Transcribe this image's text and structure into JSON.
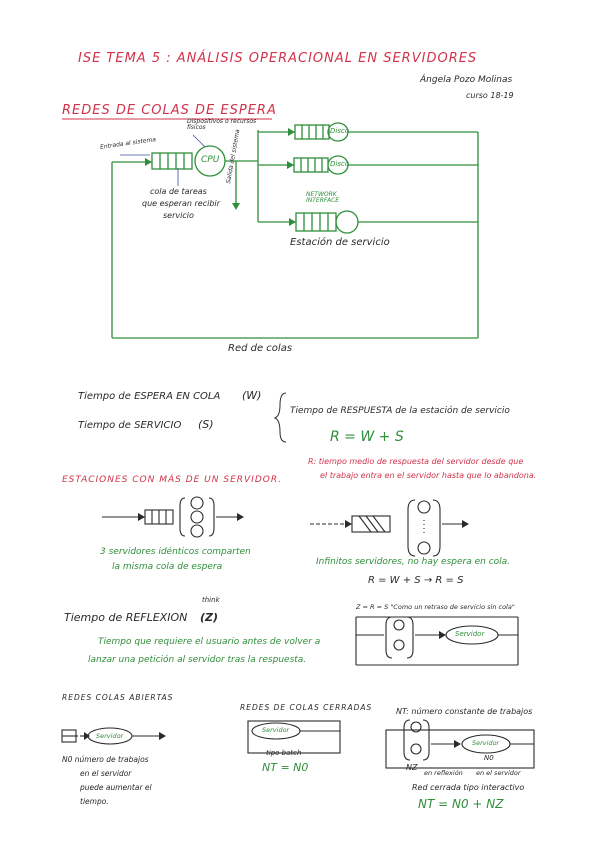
{
  "header": {
    "title": "ISE TEMA 5 : ANÁLISIS OPERACIONAL EN SERVIDORES",
    "author": "Ángela Pozo Molinas",
    "course": "curso 18-19"
  },
  "redes_colas": {
    "heading": "REDES DE COLAS DE ESPERA",
    "entrada": "Entrada al sistema",
    "dispositivos": "Dispositivos o recursos físicos",
    "cpu": "CPU",
    "disco1": "Disco",
    "disco2": "Disco",
    "salida": "Salida del sistema",
    "network": "NETWORK INTERFACE",
    "cola_label_1": "cola de tareas",
    "cola_label_2": "que esperan recibir",
    "cola_label_3": "servicio",
    "estacion": "Estación de servicio",
    "red": "Red de colas"
  },
  "tiempos": {
    "espera": "Tiempo de ESPERA EN COLA",
    "espera_sym": "(W)",
    "servicio": "Tiempo de SERVICIO",
    "servicio_sym": "(S)",
    "respuesta": "Tiempo de RESPUESTA de la estación de servicio",
    "formula": "R = W + S",
    "r_def_1": "R: tiempo medio de respuesta del servidor desde que",
    "r_def_2": "el trabajo entra en el servidor hasta que lo abandona."
  },
  "estaciones": {
    "heading": "ESTACIONES CON MÁS DE UN SERVIDOR.",
    "left_1": "3 servidores idénticos comparten",
    "left_2": "la misma cola de espera",
    "right_1": "Infinitos servidores, no hay espera en cola.",
    "right_formula": "R = W + S → R = S"
  },
  "reflexion": {
    "label": "Tiempo de REFLEXION",
    "sym": "(Z)",
    "think": "think",
    "desc_1": "Tiempo que requiere el usuario antes de volver a",
    "desc_2": "lanzar una petición al servidor tras la respuesta.",
    "diag_note": "Z = R = S \"Como un retraso de servicio sin cola\"",
    "servidor": "Servidor"
  },
  "abiertas": {
    "heading": "REDES COLAS ABIERTAS",
    "servidor": "Servidor",
    "n0_1": "N0 número de trabajos",
    "n0_2": "en el servidor",
    "n0_3": "puede aumentar el",
    "n0_4": "tiempo."
  },
  "cerradas": {
    "heading": "REDES DE COLAS CERRADAS",
    "nt_def": "NT: número constante de trabajos",
    "servidor": "Servidor",
    "tipo": "tipo batch",
    "nt_eq": "NT = N0",
    "n0": "N0",
    "nz": "NZ",
    "reflexion": "en reflexión",
    "servidor2": "en el servidor",
    "tipo2": "Red cerrada tipo interactivo",
    "nt_eq2": "NT = N0 + NZ"
  },
  "colors": {
    "red": "#d0334a",
    "green": "#2f8f3a",
    "ink": "#2a2a2a"
  }
}
